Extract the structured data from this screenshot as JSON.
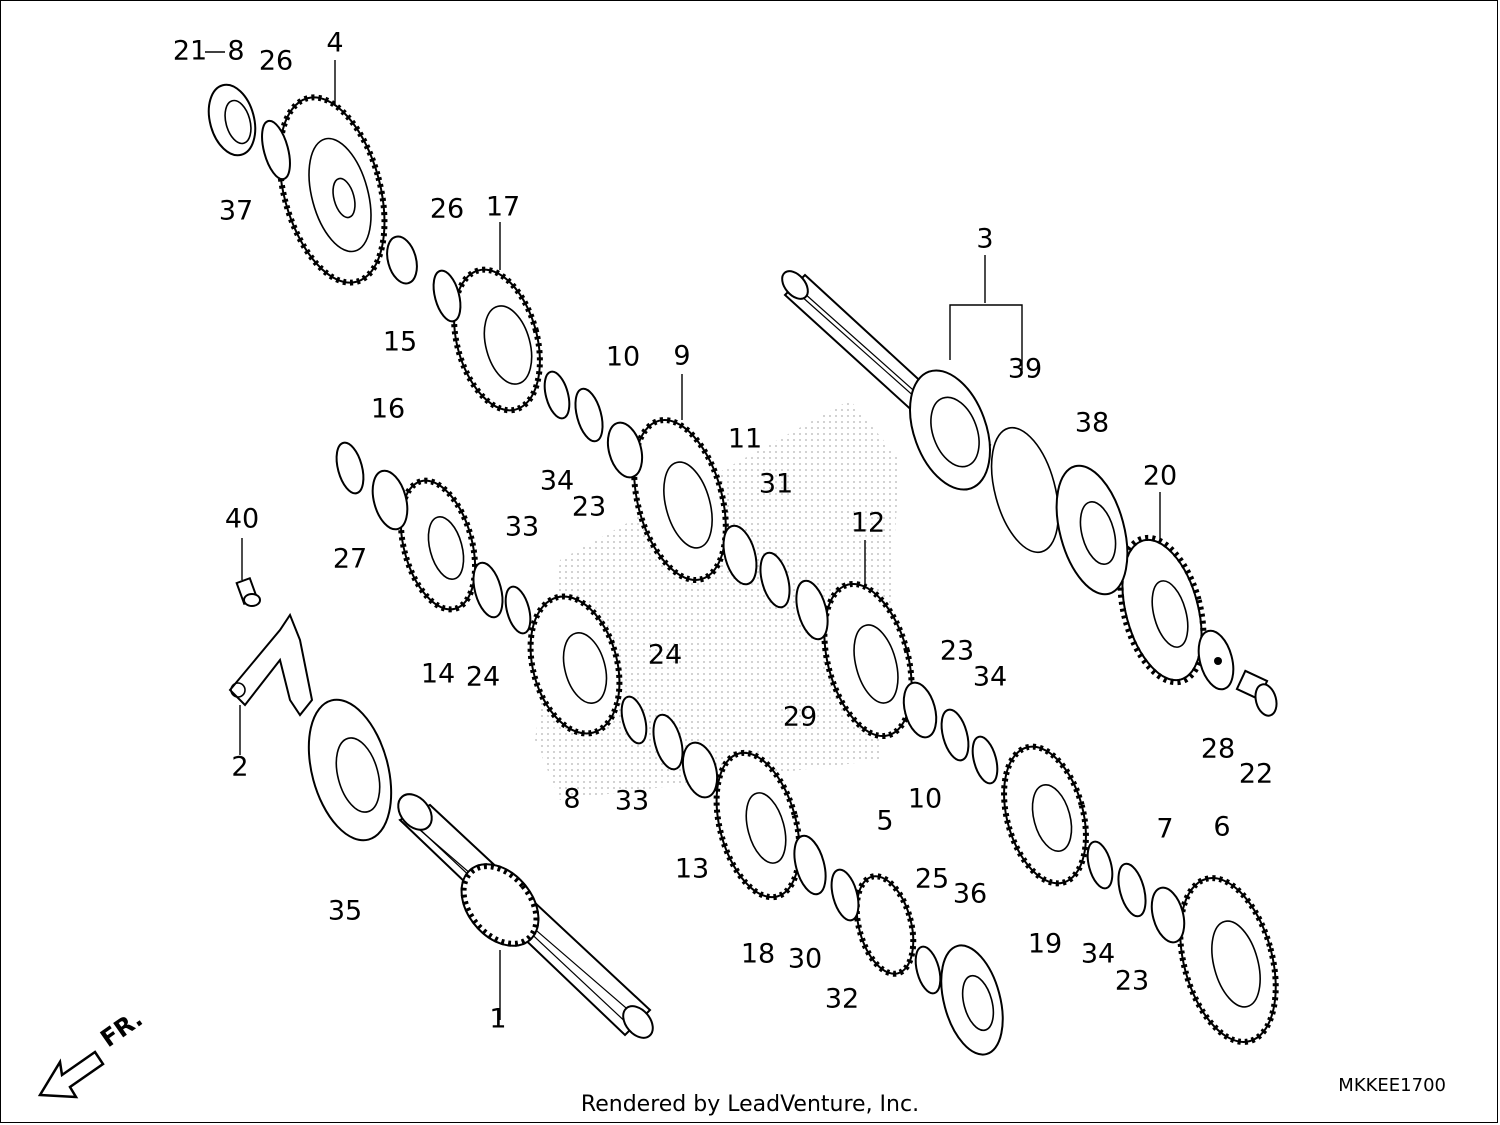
{
  "diagram": {
    "code": "MKKEE1700",
    "credit": "Rendered by LeadVenture, Inc.",
    "fr_label": "FR.",
    "callouts": [
      "21",
      "8",
      "26",
      "4",
      "37",
      "15",
      "26",
      "17",
      "3",
      "39",
      "10",
      "9",
      "34",
      "23",
      "11",
      "38",
      "31",
      "20",
      "16",
      "27",
      "14",
      "24",
      "33",
      "12",
      "40",
      "29",
      "24",
      "23",
      "34",
      "28",
      "22",
      "2",
      "35",
      "8",
      "33",
      "13",
      "10",
      "5",
      "18",
      "30",
      "32",
      "25",
      "36",
      "19",
      "7",
      "6",
      "34",
      "23",
      "1"
    ]
  },
  "colors": {
    "ink": "#000000",
    "paper": "#ffffff",
    "watermark": "#cfcfcf"
  }
}
